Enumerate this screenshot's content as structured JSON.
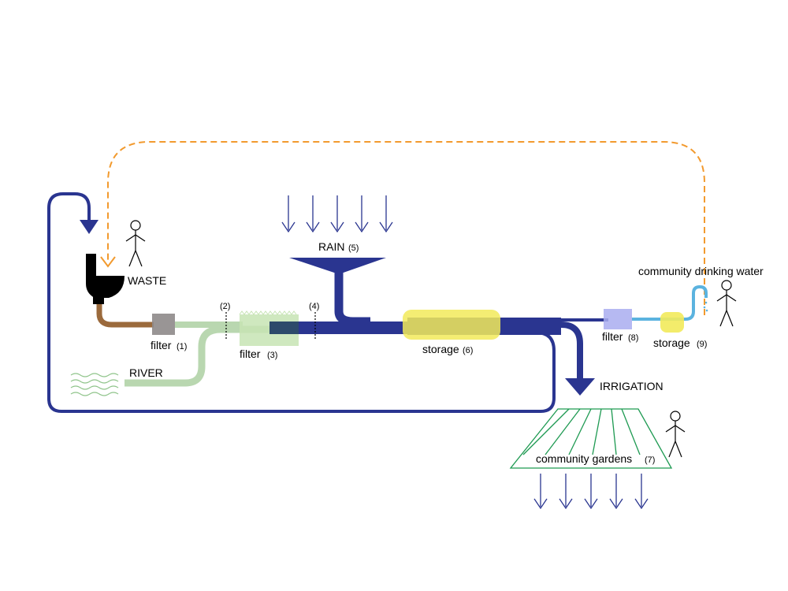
{
  "labels": {
    "waste": "WASTE",
    "filter1": "filter",
    "filter1_num": "(1)",
    "marker2": "(2)",
    "filter3": "filter",
    "filter3_num": "(3)",
    "marker4": "(4)",
    "rain": "RAIN",
    "rain_num": "(5)",
    "storage6": "storage",
    "storage6_num": "(6)",
    "river": "RIVER",
    "irrigation": "IRRIGATION",
    "gardens": "community gardens",
    "gardens_num": "(7)",
    "filter8": "filter",
    "filter8_num": "(8)",
    "storage9": "storage",
    "storage9_num": "(9)",
    "drinking": "community drinking water"
  },
  "colors": {
    "main_pipe": "#2a3590",
    "loop_pipe": "#2a3590",
    "waste_pipe": "#9b6a3c",
    "river_pipe": "#b9d7b0",
    "filter1": "#8e8a89",
    "filter3": "#c7e4b4",
    "filter8": "#a9adf0",
    "storage": "#f2ea5b",
    "drinking_pipe": "#5bb3df",
    "orange_loop": "#f29a2e",
    "gardens": "#1e9a52",
    "rain_arrows": "#2a3590"
  },
  "icons": [
    "toilet-icon",
    "person-icon",
    "river-waves-icon",
    "rain-arrows-icon",
    "faucet-icon",
    "water-drops-icon"
  ]
}
